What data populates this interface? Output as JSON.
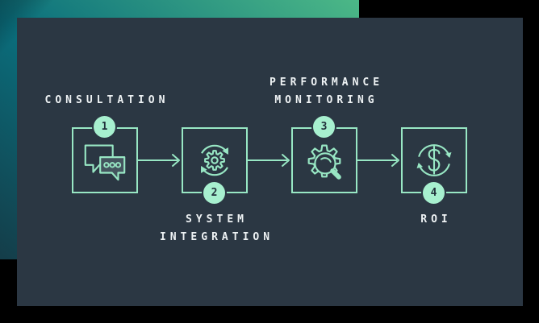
{
  "diagram": {
    "type": "process-flow",
    "steps": [
      {
        "number": "1",
        "label_line1": "CONSULTATION",
        "label_line2": "",
        "icon": "chat-bubbles-icon",
        "label_position": "above",
        "badge_position": "top"
      },
      {
        "number": "2",
        "label_line1": "SYSTEM",
        "label_line2": "INTEGRATION",
        "icon": "sync-gear-icon",
        "label_position": "below",
        "badge_position": "bottom"
      },
      {
        "number": "3",
        "label_line1": "PERFORMANCE",
        "label_line2": "MONITORING",
        "icon": "gear-magnifier-icon",
        "label_position": "above",
        "badge_position": "top"
      },
      {
        "number": "4",
        "label_line1": "ROI",
        "label_line2": "",
        "icon": "dollar-cycle-icon",
        "label_position": "below",
        "badge_position": "bottom"
      }
    ],
    "connector_style": "arrow-right"
  },
  "colors": {
    "page_background": "#000000",
    "gradient_start": "#143d49",
    "gradient_mid": "#0a6e7c",
    "gradient_end": "#4cb887",
    "card_background": "#2b3743",
    "accent_line_mint": "#98e7c4",
    "badge_fill": "#a7f0cf",
    "badge_text": "#22313c",
    "label_text": "#eef2f4",
    "bubble_fill": "#44545e"
  }
}
